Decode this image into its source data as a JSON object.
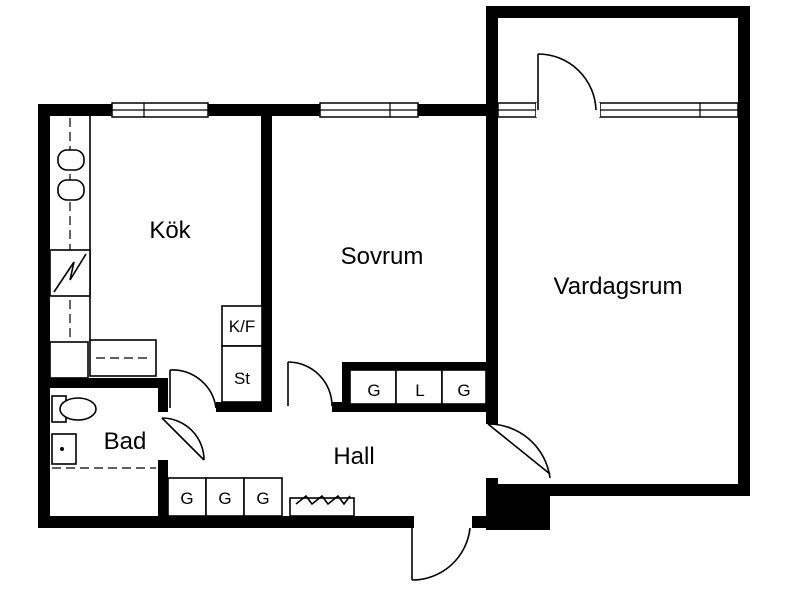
{
  "rooms": {
    "kitchen": "Kök",
    "bedroom": "Sovrum",
    "living_room": "Vardagsrum",
    "bathroom": "Bad",
    "hall": "Hall"
  },
  "fixtures": {
    "fridge_freezer": "K/F",
    "broom_closet": "St",
    "bedroom_closets": [
      "G",
      "L",
      "G"
    ],
    "hall_closets": [
      "G",
      "G",
      "G"
    ]
  },
  "colors": {
    "wall": "#000000",
    "background": "#ffffff"
  },
  "icons": [
    "window-icon",
    "door-icon",
    "stove-burner-icon",
    "sink-icon",
    "toilet-icon",
    "radiator-icon",
    "electrical-panel-icon"
  ]
}
